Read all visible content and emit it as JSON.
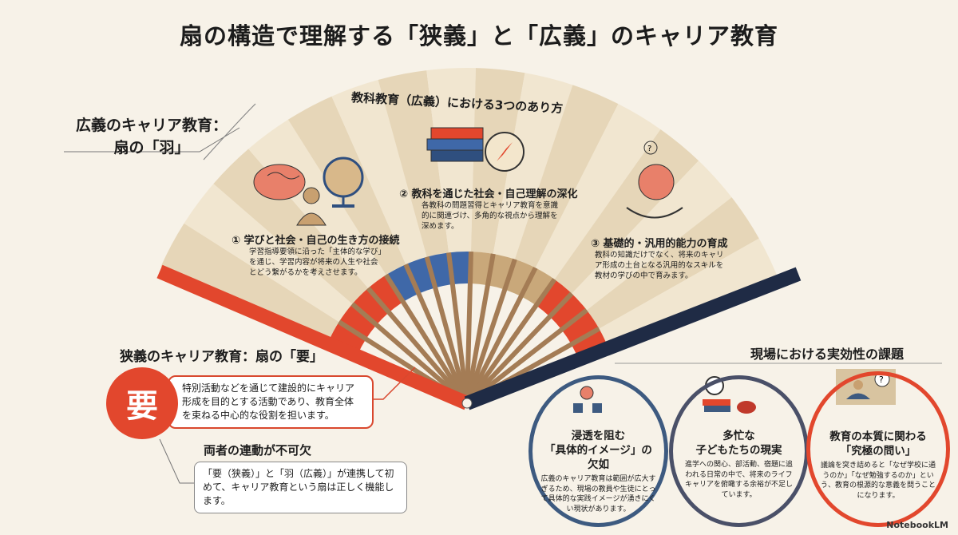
{
  "title": "扇の構造で理解する「狭義」と「広義」のキャリア教育",
  "wide": {
    "label_line1": "広義のキャリア教育：",
    "label_line2": "扇の「羽」"
  },
  "arc_label": "教科教育（広義）における3つのあり方",
  "features": [
    {
      "title": "① 学びと社会・自己の生き方の接続",
      "desc": "学習指導要領に沿った「主体的な学び」を通じ、学習内容が将来の人生や社会とどう繋がるかを考えさせます。"
    },
    {
      "title": "② 教科を通じた社会・自己理解の深化",
      "desc": "各教科の問題習得とキャリア教育を意識的に関連づけ、多角的な視点から理解を深めます。"
    },
    {
      "title": "③ 基礎的・汎用的能力の育成",
      "desc": "教科の知識だけでなく、将来のキャリア形成の土台となる汎用的なスキルを教材の学びの中で育みます。"
    }
  ],
  "narrow": {
    "heading": "狭義のキャリア教育：扇の「要」",
    "badge": "要",
    "desc": "特別活動などを通じて建設的にキャリア形成を目的とする活動であり、教育全体を束ねる中心的な役割を担います。"
  },
  "linkage": {
    "heading": "両者の連動が不可欠",
    "desc": "「要（狭義）」と「羽（広義）」が連携して初めて、キャリア教育という扇は正しく機能します。"
  },
  "issues": {
    "heading": "現場における実効性の課題",
    "items": [
      {
        "title_line1": "浸透を阻む",
        "title_line2": "「具体的イメージ」の欠如",
        "desc": "広義のキャリア教育は範囲が広大すぎるため、現場の教員や生徒にとって具体的な実践イメージが湧きにくい現状があります。",
        "color": "#3d5a80"
      },
      {
        "title_line1": "多忙な",
        "title_line2": "子どもたちの現実",
        "desc": "進学への関心、部活動、宿題に追われる日常の中で、将来のライフキャリアを俯瞰する余裕が不足しています。",
        "color": "#4a5068"
      },
      {
        "title_line1": "教育の本質に関わる",
        "title_line2": "「究極の問い」",
        "desc": "議論を突き詰めると「なぜ学校に通うのか」「なぜ勉強するのか」という、教育の根源的な意義を問うことになります。",
        "color": "#e2472d"
      }
    ]
  },
  "brand": "NotebookLM",
  "colors": {
    "red": "#e2472d",
    "navy": "#1f2b45",
    "blue": "#3f68a8",
    "paper": "#efe3cb",
    "rib": "#a47c55"
  }
}
